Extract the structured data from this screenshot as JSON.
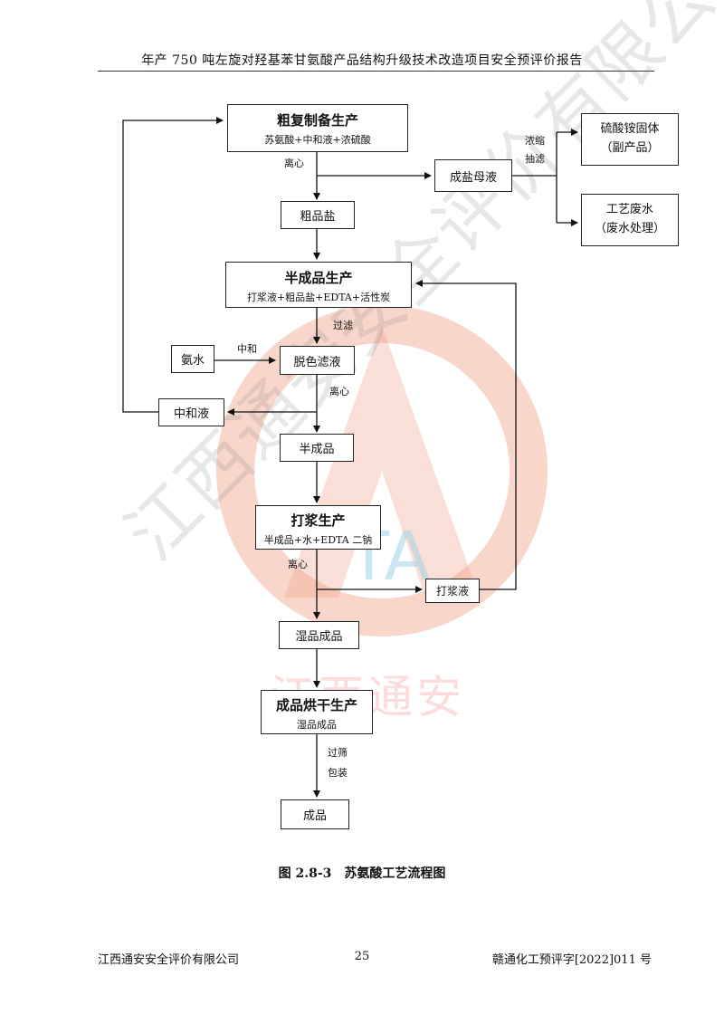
{
  "header": {
    "title": "年产 750 吨左旋对羟基苯甘氨酸产品结构升级技术改造项目安全预评价报告"
  },
  "watermark": {
    "company_text": "江西通安安全评价有限公司",
    "brand_text": "江西通安",
    "logo_letters": "TA",
    "colors": {
      "ring": "#f1a38a",
      "logo": "#9cd2e6",
      "brand": "#eb5a5a"
    }
  },
  "flow": {
    "crude_prep": {
      "title": "粗复制备生产",
      "sub": "苏氨酸+中和液+浓硫酸"
    },
    "salt_mother_liquor": "成盐母液",
    "ammonium_sulfate": {
      "line1": "硫酸铵固体",
      "line2": "（副产品）"
    },
    "process_wastewater": {
      "line1": "工艺废水",
      "line2": "（废水处理）"
    },
    "crude_salt": "粗品盐",
    "semi_prod": {
      "title": "半成品生产",
      "sub": "打浆液+粗品盐+EDTA+活性炭"
    },
    "ammonia_water": "氨水",
    "decolor_filtrate": "脱色滤液",
    "neutralized_liquor": "中和液",
    "semi_product": "半成品",
    "slurry_prod": {
      "title": "打浆生产",
      "sub": "半成品+水+EDTA 二钠"
    },
    "slurry_liquor": "打浆液",
    "wet_product": "湿品成品",
    "drying_prod": {
      "title": "成品烘干生产",
      "sub": "湿品成品"
    },
    "final_product": "成品",
    "labels": {
      "centrifuge_1": "离心",
      "concentrate": "浓缩",
      "suction_filter": "抽滤",
      "filter": "过滤",
      "neutralize": "中和",
      "centrifuge_2": "离心",
      "centrifuge_3": "离心",
      "sieve": "过筛",
      "package": "包装"
    }
  },
  "caption": "图 2.8-3　苏氨酸工艺流程图",
  "footer": {
    "left": "江西通安安全评价有限公司",
    "page": "25",
    "right": "赣通化工预评字[2022]011 号"
  }
}
